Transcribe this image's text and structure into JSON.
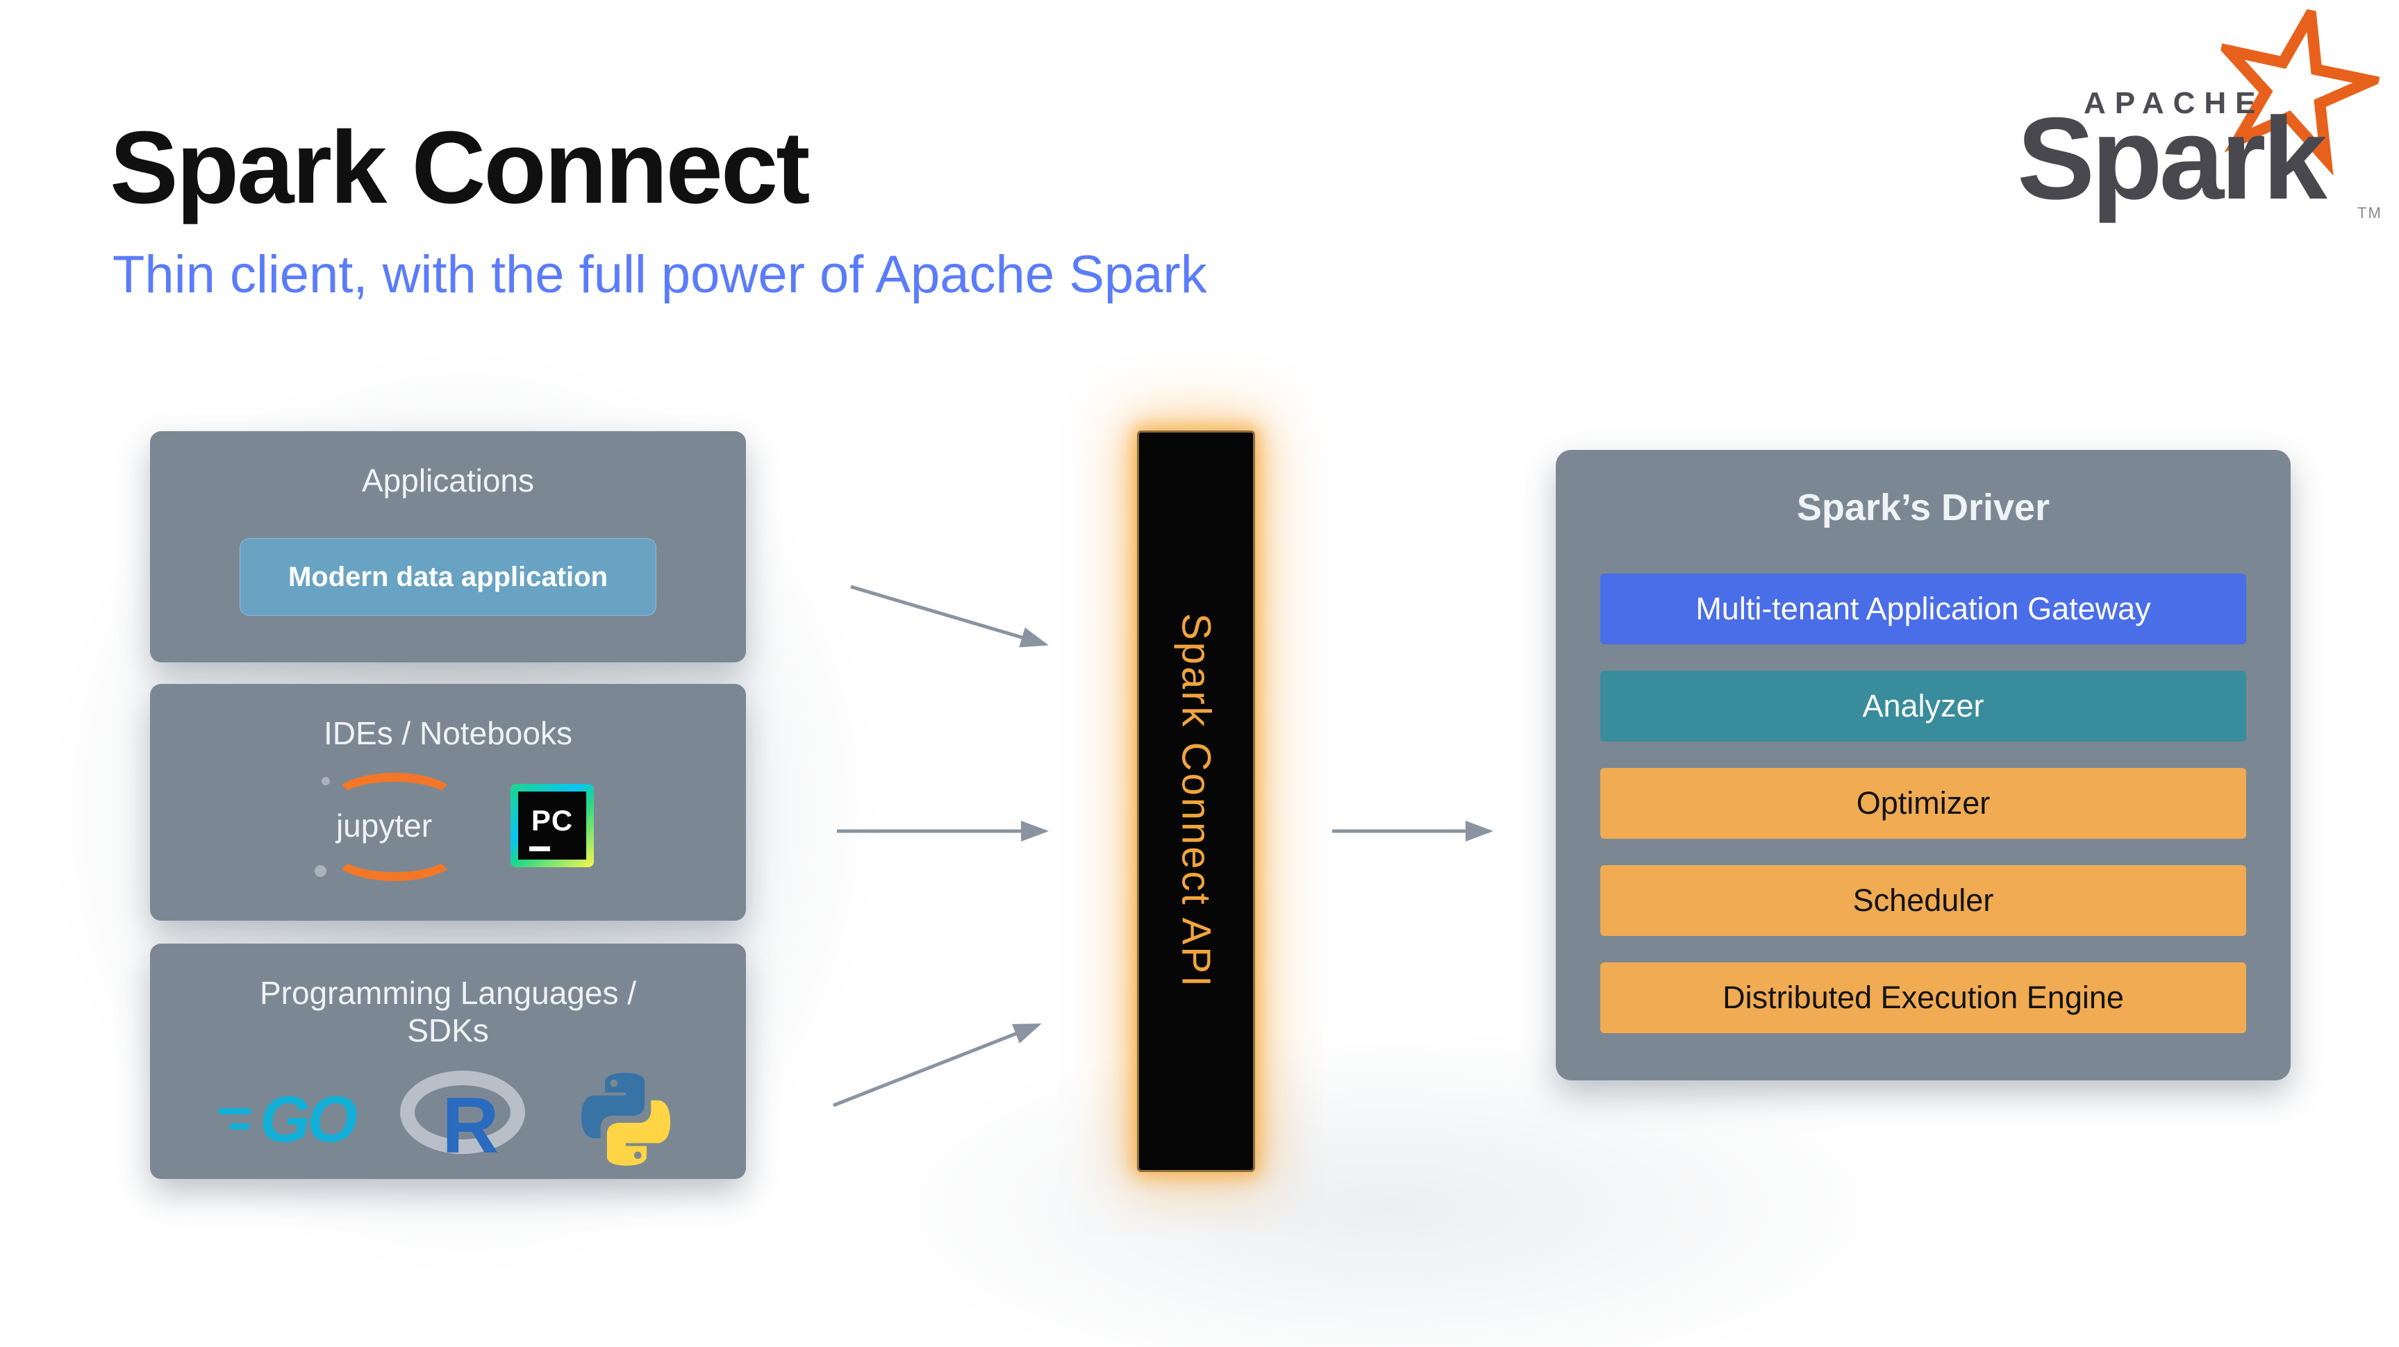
{
  "slide": {
    "title": "Spark Connect",
    "subtitle": "Thin client, with the full power of Apache Spark"
  },
  "logo": {
    "apache": "APACHE",
    "spark": "Spark",
    "tm": "TM"
  },
  "boxes": {
    "applications": {
      "title": "Applications",
      "chip": "Modern data application"
    },
    "ides": {
      "title": "IDEs / Notebooks",
      "jupyter": "jupyter",
      "pycharm": "PC"
    },
    "languages": {
      "title_line1": "Programming Languages /",
      "title_line2": "SDKs",
      "go": "GO",
      "r": "R"
    }
  },
  "connector": {
    "label": "Spark Connect API"
  },
  "driver": {
    "title": "Spark’s Driver",
    "rows": [
      {
        "label": "Multi-tenant Application Gateway",
        "color": "#4a6de8",
        "text_color": "#ffffff"
      },
      {
        "label": "Analyzer",
        "color": "#388c9c",
        "text_color": "#ffffff"
      },
      {
        "label": "Optimizer",
        "color": "#f0ab53",
        "text_color": "#131313"
      },
      {
        "label": "Scheduler",
        "color": "#f0ab53",
        "text_color": "#131313"
      },
      {
        "label": "Distributed Execution Engine",
        "color": "#f0ab53",
        "text_color": "#131313"
      }
    ]
  },
  "colors": {
    "subtitle": "#5b7cfa",
    "panel_gray": "#7b8894",
    "chip_blue": "#69a3c3",
    "connector_bg": "#060606",
    "connector_text": "#f2a43c",
    "connector_glow": "#f39c2c",
    "arrow_gray": "#8a94a0",
    "gateway_blue": "#4a6de8",
    "analyzer_teal": "#388c9c",
    "stage_orange": "#f0ab53",
    "spark_star_orange": "#e8611c",
    "jupyter_orange": "#f37726"
  }
}
